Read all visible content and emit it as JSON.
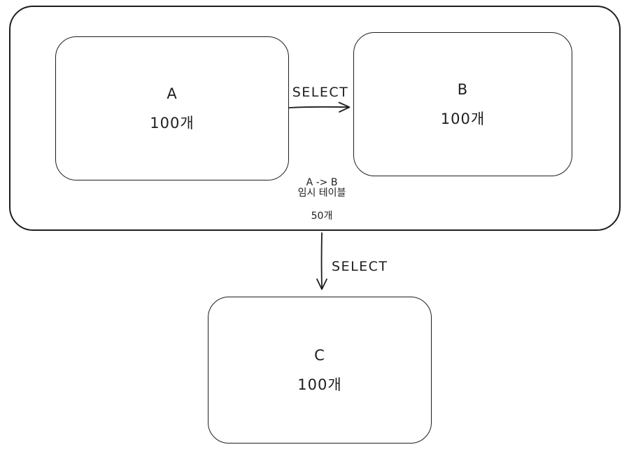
{
  "boxes": {
    "a": {
      "label": "A",
      "count": "100개"
    },
    "b": {
      "label": "B",
      "count": "100개"
    },
    "c": {
      "label": "C",
      "count": "100개"
    }
  },
  "arrows": {
    "a_to_b": {
      "label": "SELECT"
    },
    "group_to_c": {
      "label": "SELECT"
    }
  },
  "note": {
    "mapping": "A -> B",
    "title": "임시 테이블",
    "count": "50개"
  },
  "colors": {
    "stroke": "#1e1e1e",
    "background": "#ffffff"
  }
}
